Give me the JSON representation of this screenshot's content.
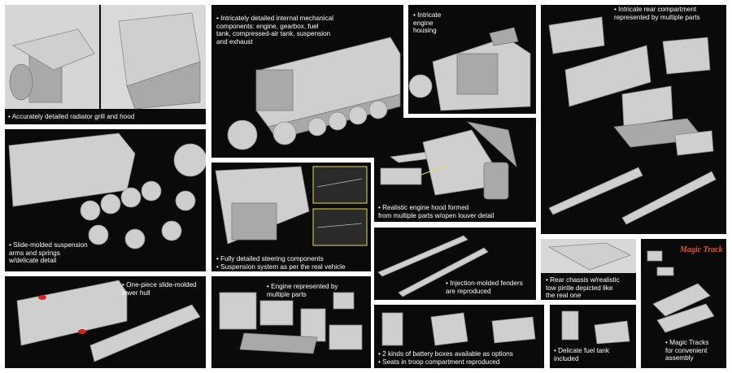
{
  "captions": {
    "grill": [
      "• Accurately detailed radiator grill and hood"
    ],
    "internal": [
      "• Intricately detailed internal mechanical",
      "components: engine, gearbox, fuel",
      "tank, compressed-air tank, suspension",
      "and exhaust"
    ],
    "engine_housing": [
      "• Intricate",
      "engine",
      "housing"
    ],
    "rear_compartment": [
      "• Intricate rear compartment",
      "represented by multiple parts"
    ],
    "engine_hood": [
      "• Realistic engine hood formed",
      "from multiple parts w/open louver detail"
    ],
    "suspension": [
      "• Slide-molded suspension",
      "arms and springs",
      "w/delicate detail"
    ],
    "steering": [
      "• Fully detailed steering components",
      "• Suspension system as per the real vehicle"
    ],
    "fenders": [
      "• Injection-molded fenders",
      "are reproduced"
    ],
    "chassis": [
      "• Rear chassis w/realistic",
      "tow pintle depicted like",
      "the real one"
    ],
    "hull": [
      "• One-piece slide-molded",
      "lower hull"
    ],
    "engine_parts": [
      "• Engine represented by",
      "multiple parts"
    ],
    "battery": [
      "• 2 kinds of battery boxes available as options",
      "• Seats in troop compartment reproduced"
    ],
    "fuel_tank": [
      "• Delicate fuel tank",
      "included"
    ],
    "tracks": [
      "• Magic Tracks",
      "for convenient",
      "assembly"
    ]
  },
  "magic_logo": {
    "text": "Magic Track",
    "color": "#e8541c"
  },
  "colors": {
    "panel_bg": "#0a0a0a",
    "caption": "#ffffff",
    "plastic": "#cfcfcf"
  }
}
